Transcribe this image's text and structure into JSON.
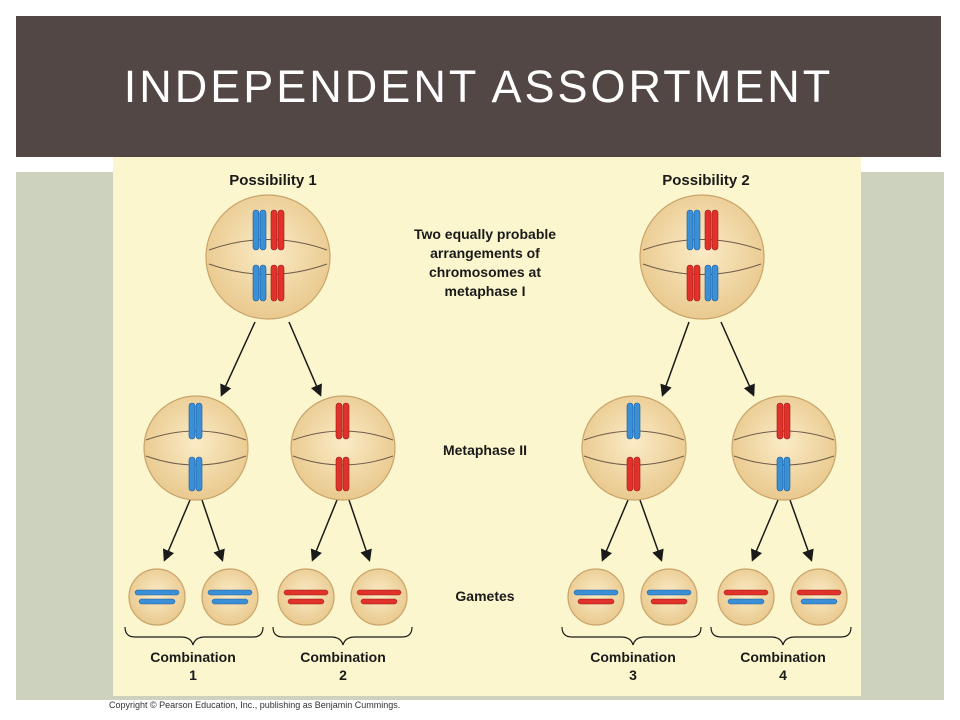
{
  "title": "INDEPENDENT ASSORTMENT",
  "figure": {
    "possibility_1": "Possibility 1",
    "possibility_2": "Possibility 2",
    "description": [
      "Two equally probable",
      "arrangements of",
      "chromosomes at",
      "metaphase I"
    ],
    "metaphase_label": "Metaphase II",
    "gametes_label": "Gametes",
    "combination_word": "Combination",
    "combinations": [
      "1",
      "2",
      "3",
      "4"
    ]
  },
  "colors": {
    "blue_chromosome": "#3a8fd6",
    "red_chromosome": "#e0312b",
    "cell_fill": "#f1d9a6",
    "figure_background": "#fbf6cd",
    "title_bar": "#524744",
    "side_panel": "#cdd2bf"
  },
  "copyright": "Copyright © Pearson Education, Inc., publishing as Benjamin Cummings."
}
